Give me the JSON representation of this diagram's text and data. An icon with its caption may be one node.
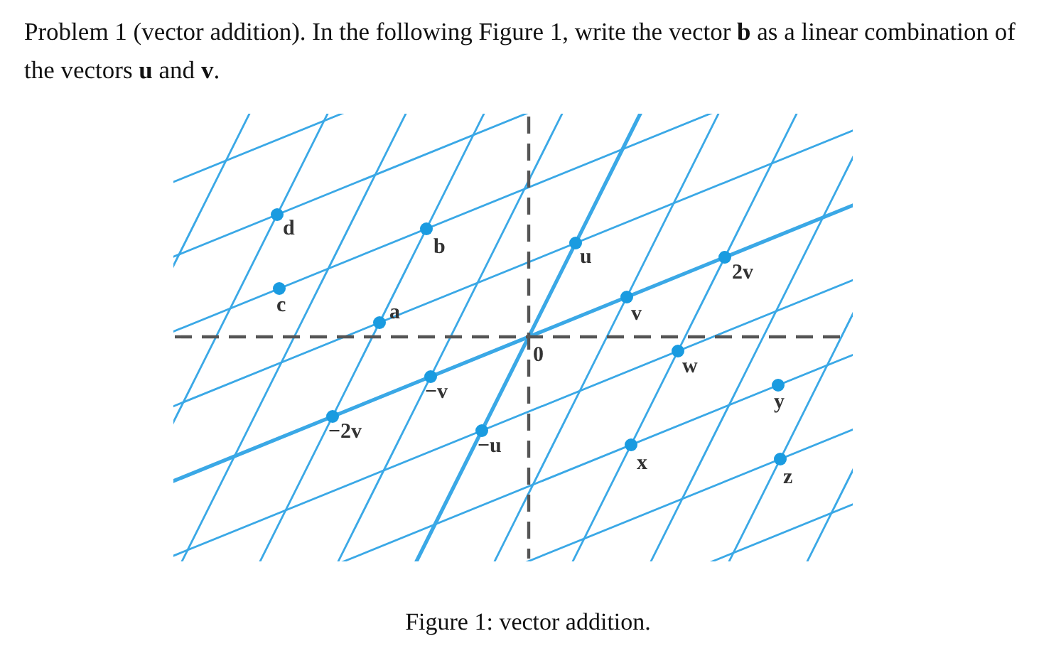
{
  "diagram": {
    "title": "Problem 1 (vector addition). In the following Figure 1, write the vector **b** as a linear combination of the vectors **u** and **v**.",
    "caption": "Figure 1: vector addition.",
    "labels": [
      "d",
      "b",
      "c",
      "u",
      "2v",
      "a",
      "v",
      "0",
      "w",
      "−v",
      "y",
      "−2v",
      "−u",
      "x",
      "z"
    ]
  }
}
